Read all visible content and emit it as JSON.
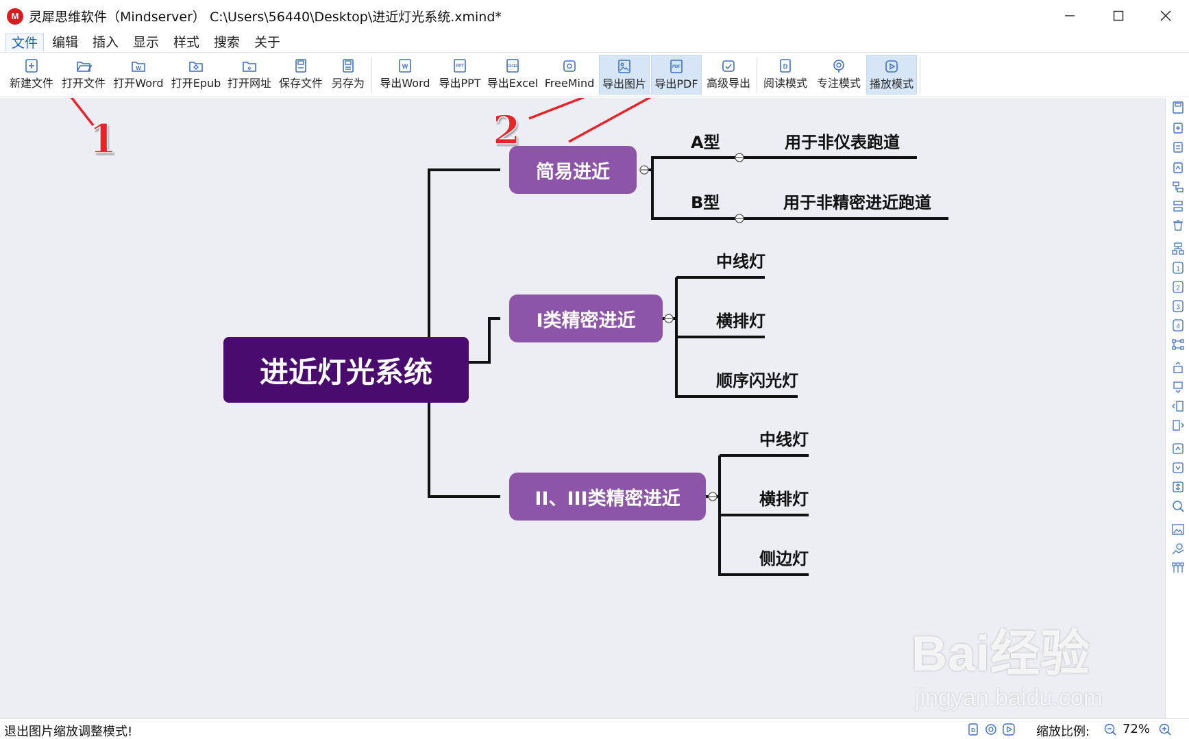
{
  "window": {
    "logo_text": "M",
    "title": "灵犀思维软件（Mindserver）   C:\\Users\\56440\\Desktop\\进近灯光系统.xmind*"
  },
  "menu": [
    {
      "label": "文件",
      "active": true
    },
    {
      "label": "编辑"
    },
    {
      "label": "插入"
    },
    {
      "label": "显示"
    },
    {
      "label": "样式"
    },
    {
      "label": "搜索"
    },
    {
      "label": "关于"
    }
  ],
  "toolbar": [
    {
      "label": "新建文件",
      "icon": "new-file-icon"
    },
    {
      "label": "打开文件",
      "icon": "open-folder-icon"
    },
    {
      "label": "打开Word",
      "icon": "open-word-icon"
    },
    {
      "label": "打开Epub",
      "icon": "open-epub-icon"
    },
    {
      "label": "打开网址",
      "icon": "open-url-icon"
    },
    {
      "label": "保存文件",
      "icon": "save-icon"
    },
    {
      "label": "另存为",
      "icon": "save-as-icon"
    },
    {
      "label": "导出Word",
      "icon": "export-word-icon"
    },
    {
      "label": "导出PPT",
      "icon": "export-ppt-icon"
    },
    {
      "label": "导出Excel",
      "icon": "export-excel-icon"
    },
    {
      "label": "FreeMind",
      "icon": "freemind-icon"
    },
    {
      "label": "导出图片",
      "icon": "export-image-icon",
      "highlighted": true
    },
    {
      "label": "导出PDF",
      "icon": "export-pdf-icon",
      "highlighted": true
    },
    {
      "label": "高级导出",
      "icon": "advanced-export-icon"
    },
    {
      "label": "阅读模式",
      "icon": "reading-mode-icon"
    },
    {
      "label": "专注模式",
      "icon": "focus-mode-icon"
    },
    {
      "label": "播放模式",
      "icon": "play-mode-icon",
      "highlighted": true
    }
  ],
  "mindmap": {
    "root": "进近灯光系统",
    "topics": [
      {
        "label": "简易进近",
        "children": [
          "A型",
          "B型"
        ],
        "notes": [
          "用于非仪表跑道",
          "用于非精密进近跑道"
        ]
      },
      {
        "label": "I类精密进近",
        "children": [
          "中线灯",
          "横排灯",
          "顺序闪光灯"
        ]
      },
      {
        "label": "II、III类精密进近",
        "children": [
          "中线灯",
          "横排灯",
          "侧边灯"
        ]
      }
    ]
  },
  "annotations": {
    "step1": "1",
    "step2": "2"
  },
  "watermark": {
    "logo": "Bai经验",
    "url": "jingyan.baidu.com"
  },
  "status": {
    "message": "退出图片缩放调整模式!",
    "zoom_label": "缩放比例:",
    "zoom_value": "72%"
  },
  "colors": {
    "root": "#4a0b6e",
    "topic": "#8d55a8",
    "canvas": "#eceef4",
    "accent": "#1a66c9",
    "annotation": "#e8232a"
  }
}
